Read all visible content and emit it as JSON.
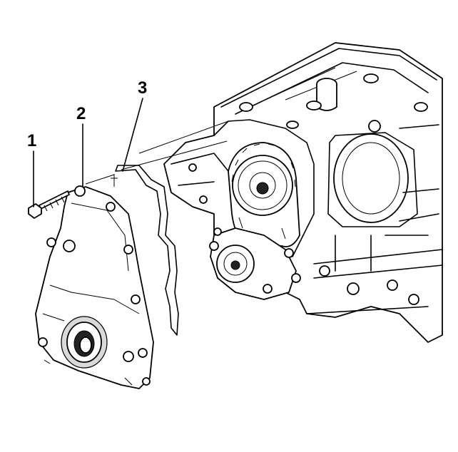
{
  "callouts": [
    {
      "id": "1",
      "label": "1"
    },
    {
      "id": "2",
      "label": "2"
    },
    {
      "id": "3",
      "label": "3"
    }
  ],
  "parts": [
    {
      "callout": "1",
      "name": "bolt"
    },
    {
      "callout": "2",
      "name": "engine-front-cover"
    },
    {
      "callout": "3",
      "name": "gasket"
    }
  ]
}
